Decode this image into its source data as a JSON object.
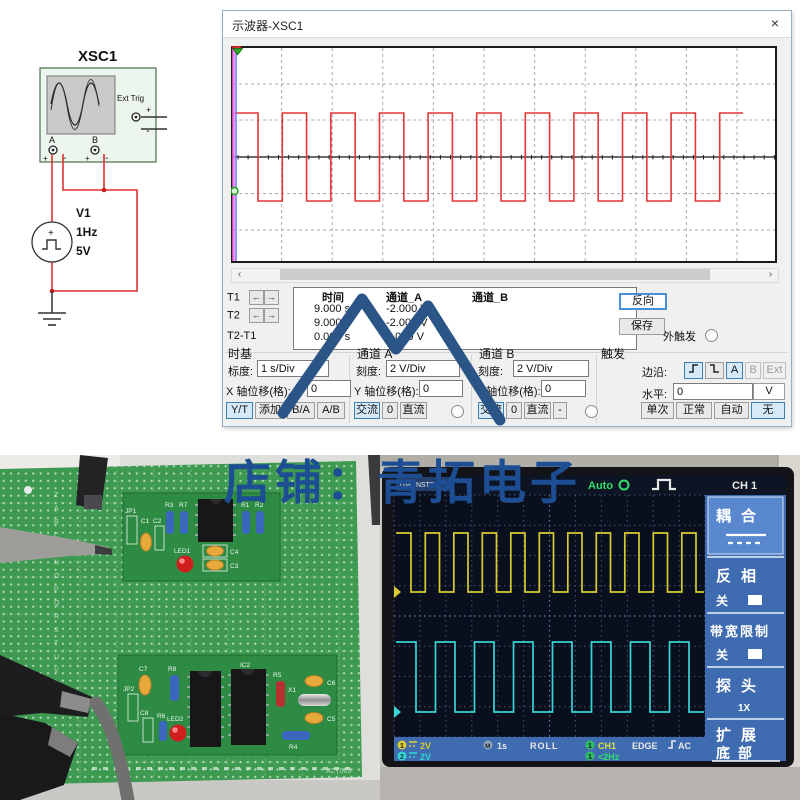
{
  "watermark": {
    "text": "店铺：青拓电子",
    "color": "#1d4d92"
  },
  "schematic": {
    "scope_label": "XSC1",
    "ext_trig_label": "Ext Trig",
    "ch_a_label": "A",
    "ch_b_label": "B",
    "plus": "+",
    "minus": "-",
    "source_name": "V1",
    "source_freq": "1Hz",
    "source_voltage": "5V"
  },
  "scope_window": {
    "title": "示波器-XSC1",
    "close_label": "×",
    "scroll_left": "‹",
    "scroll_right": "›",
    "readout": {
      "t1": "T1",
      "t2": "T2",
      "t2t1": "T2-T1",
      "arrow_left": "←",
      "arrow_right": "→",
      "col_time": "时间",
      "col_a": "通道_A",
      "col_b": "通道_B",
      "r1_time": "9.000 s",
      "r1_a": "-2.000 V",
      "r2_time": "9.000 s",
      "r2_a": "-2.000 V",
      "r3_time": "0.000 s",
      "r3_a": "0.000 V",
      "reverse_btn": "反向",
      "save_btn": "保存",
      "ext_trigger_label": "外触发"
    },
    "timebase": {
      "title": "时基",
      "scale_label": "标度:",
      "scale_value": "1 s/Div",
      "xpos_label": "X 轴位移(格):",
      "xpos_value": "0",
      "btn_yt": "Y/T",
      "btn_add": "添加",
      "btn_ba": "B/A",
      "btn_ab": "A/B"
    },
    "channel_a": {
      "title": "通道 A",
      "scale_label": "刻度:",
      "scale_value": "2 V/Div",
      "ypos_label": "Y 轴位移(格):",
      "ypos_value": "0",
      "btn_ac": "交流",
      "btn_zero": "0",
      "btn_dc": "直流"
    },
    "channel_b": {
      "title": "通道 B",
      "scale_label": "刻度:",
      "scale_value": "2 V/Div",
      "ypos_label": "Y 轴位移(格):",
      "ypos_value": "0",
      "btn_ac": "交流",
      "btn_zero": "0",
      "btn_dc": "直流",
      "btn_minus": "-"
    },
    "trigger": {
      "title": "触发",
      "edge_label": "边沿:",
      "btn_a": "A",
      "btn_b": "B",
      "btn_ext": "Ext",
      "level_label": "水平:",
      "level_value": "0",
      "level_unit": "V",
      "btn_single": "单次",
      "btn_normal": "正常",
      "btn_auto": "自动",
      "btn_none": "无"
    }
  },
  "pcb_photo": {
    "module1": {
      "jp1": "JP1",
      "c1": "C1",
      "c2": "C2",
      "r3": "R3",
      "r7": "R7",
      "r1": "R1",
      "r2": "R2",
      "led1": "LED1",
      "c4": "C4",
      "c3": "C3"
    },
    "module2": {
      "c7": "C7",
      "jp2": "JP2",
      "r8": "R8",
      "c8": "C8",
      "r6": "R6",
      "led2": "LED2",
      "ic2": "IC2",
      "r5": "R5",
      "x1": "X1",
      "c6": "C6",
      "c5": "C5",
      "r4": "R4"
    },
    "board_code": "AZY003",
    "edge_letters": "ZABCDNOPQRSTUVW"
  },
  "scope_photo": {
    "brand": "GW INSTEK",
    "acq_mode": "Auto",
    "ch_label": "CH 1",
    "menu": {
      "coupling_title": "耦合",
      "invert_title": "反相",
      "invert_state": "关",
      "bw_title": "带宽限制",
      "bw_state": "关",
      "probe_title": "探头",
      "probe_value": "1X",
      "expand_title": "扩展",
      "expand_value": "底部"
    },
    "status": {
      "ch1_num": "1",
      "ch1_scale": "2V",
      "ch2_num": "2",
      "ch2_scale": "2V",
      "m_label": "M",
      "time": "1s",
      "mode": "ROLL",
      "trig_ch_num": "1",
      "trig_source": "CH1",
      "trig_type": "EDGE",
      "trig_coupling": "AC",
      "freq_num": "1",
      "freq": "<2Hz"
    }
  },
  "chart_data": [
    {
      "type": "line",
      "title": "示波器-XSC1 trace",
      "series": [
        {
          "name": "通道_A",
          "waveform": "square",
          "frequency_hz": 1,
          "high_v": 2.5,
          "low_v": -2.5,
          "duty": 0.5,
          "starts": "high",
          "color": "#e23535"
        }
      ],
      "x_scale": "1 s/Div",
      "y_scale": "2 V/Div",
      "x_range_s": [
        0,
        10.5
      ],
      "grid": "dashed, 6 rows x ~10.5 cols",
      "cursor_t1_s": 9.0,
      "cursor_t2_s": 9.0
    },
    {
      "type": "line",
      "title": "GW Instek screen photo",
      "series": [
        {
          "name": "CH1",
          "waveform": "square",
          "scale": "2V",
          "color": "#d8cc30",
          "approx_period_div": 1
        },
        {
          "name": "CH2",
          "waveform": "square",
          "scale": "2V",
          "color": "#35d5d5",
          "approx_period_div": 1.5
        }
      ],
      "timebase": "1s",
      "mode": "ROLL",
      "trigger": "CH1 EDGE AC",
      "freq_readout": "<2Hz",
      "grid": "dotted, 8 rows x 12 cols"
    }
  ]
}
